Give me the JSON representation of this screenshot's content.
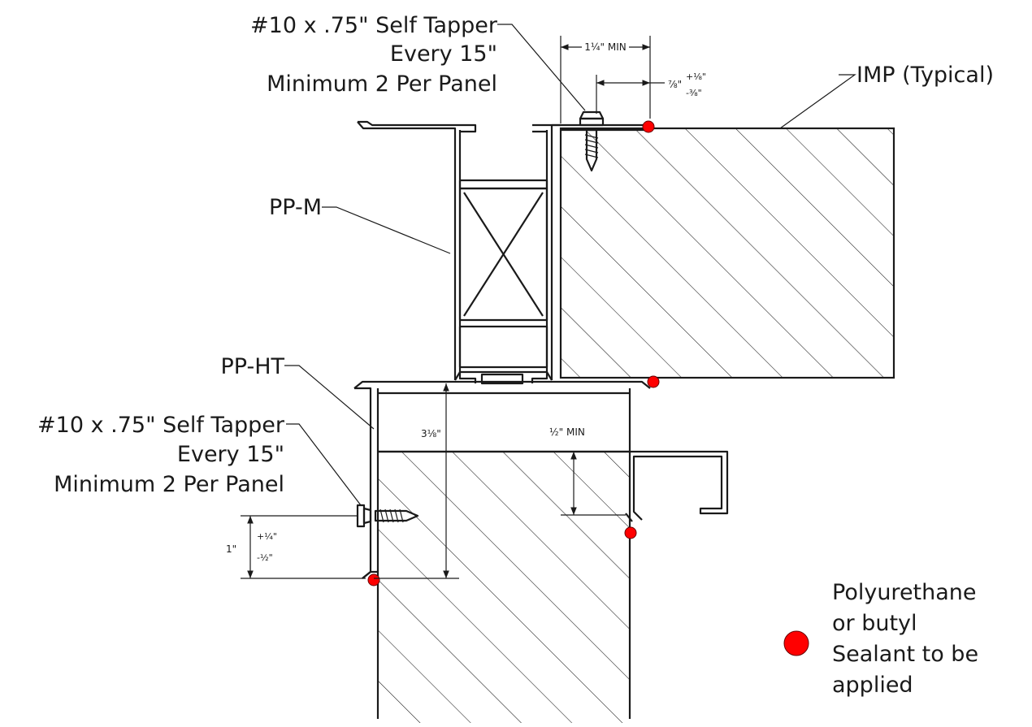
{
  "callouts": {
    "top_screw": [
      "#10 x .75\" Self Tapper",
      "Every 15\"",
      "Minimum 2 Per Panel"
    ],
    "left_screw": [
      "#10 x .75\" Self Tapper",
      "Every 15\"",
      "Minimum 2 Per Panel"
    ],
    "imp": "IMP (Typical)",
    "ppm": "PP-M",
    "ppht": "PP-HT"
  },
  "dimensions": {
    "top_min": "1¼\" MIN",
    "edge_main": "⅞\"",
    "edge_plus": "+⅛\"",
    "edge_minus": "-⅜\"",
    "height": "3⅛\"",
    "half_min": "½\" MIN",
    "left_main": "1\"",
    "left_plus": "+¼\"",
    "left_minus": "-½\""
  },
  "legend": {
    "lines": [
      "Polyurethane",
      "or butyl",
      "Sealant to be",
      "applied"
    ],
    "marker_color": "#ff0000"
  },
  "colors": {
    "line": "#1a1a1a",
    "sealant": "#ff0000"
  }
}
